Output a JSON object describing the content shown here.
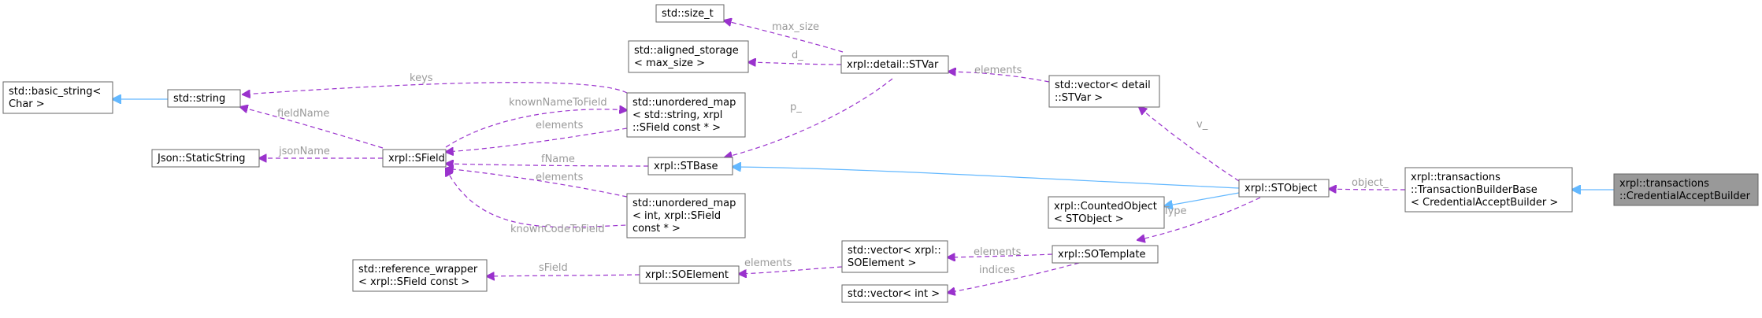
{
  "nodes": {
    "size_t": [
      "std::size_t"
    ],
    "aligned_storage": [
      "std::aligned_storage",
      "< max_size >"
    ],
    "stvar": [
      "xrpl::detail::STVar"
    ],
    "vector_stvar": [
      "std::vector< detail",
      "::STVar >"
    ],
    "basic_string": [
      "std::basic_string<",
      "Char >"
    ],
    "string": [
      "std::string"
    ],
    "umap_string": [
      "std::unordered_map",
      "< std::string, xrpl",
      "::SField const * >"
    ],
    "static_string": [
      "Json::StaticString"
    ],
    "sfield": [
      "xrpl::SField"
    ],
    "stbase": [
      "xrpl::STBase"
    ],
    "umap_int": [
      "std::unordered_map",
      "< int, xrpl::SField",
      "const * >"
    ],
    "stobject": [
      "xrpl::STObject"
    ],
    "counted_object": [
      "xrpl::CountedObject",
      "< STObject >"
    ],
    "builder_base": [
      "xrpl::transactions",
      "::TransactionBuilderBase",
      "< CredentialAcceptBuilder >"
    ],
    "credential_accept": [
      "xrpl::transactions",
      "::CredentialAcceptBuilder"
    ],
    "refwrap": [
      "std::reference_wrapper",
      "< xrpl::SField const >"
    ],
    "soelement": [
      "xrpl::SOElement"
    ],
    "vector_soelement": [
      "std::vector< xrpl::",
      "SOElement >"
    ],
    "sotemplate": [
      "xrpl::SOTemplate"
    ],
    "vector_int": [
      "std::vector< int >"
    ]
  },
  "edge_labels": {
    "max_size": "max_size",
    "d": "d_",
    "elements_stvar": "elements",
    "keys": "keys",
    "fieldName": "fieldName",
    "knownNameToField": "knownNameToField",
    "elements_umap1": "elements",
    "jsonName": "jsonName",
    "p": "p_",
    "fName": "fName",
    "elements_umap2": "elements",
    "knownCodeToField": "knownCodeToField",
    "v": "v_",
    "object": "object_",
    "mType": "mType",
    "sField": "sField",
    "elements_soelement": "elements",
    "indices": "indices"
  },
  "colors": {
    "member_edge": "#9a32cd",
    "inherit_edge": "#63b8ff",
    "highlight_fill": "#999999"
  }
}
